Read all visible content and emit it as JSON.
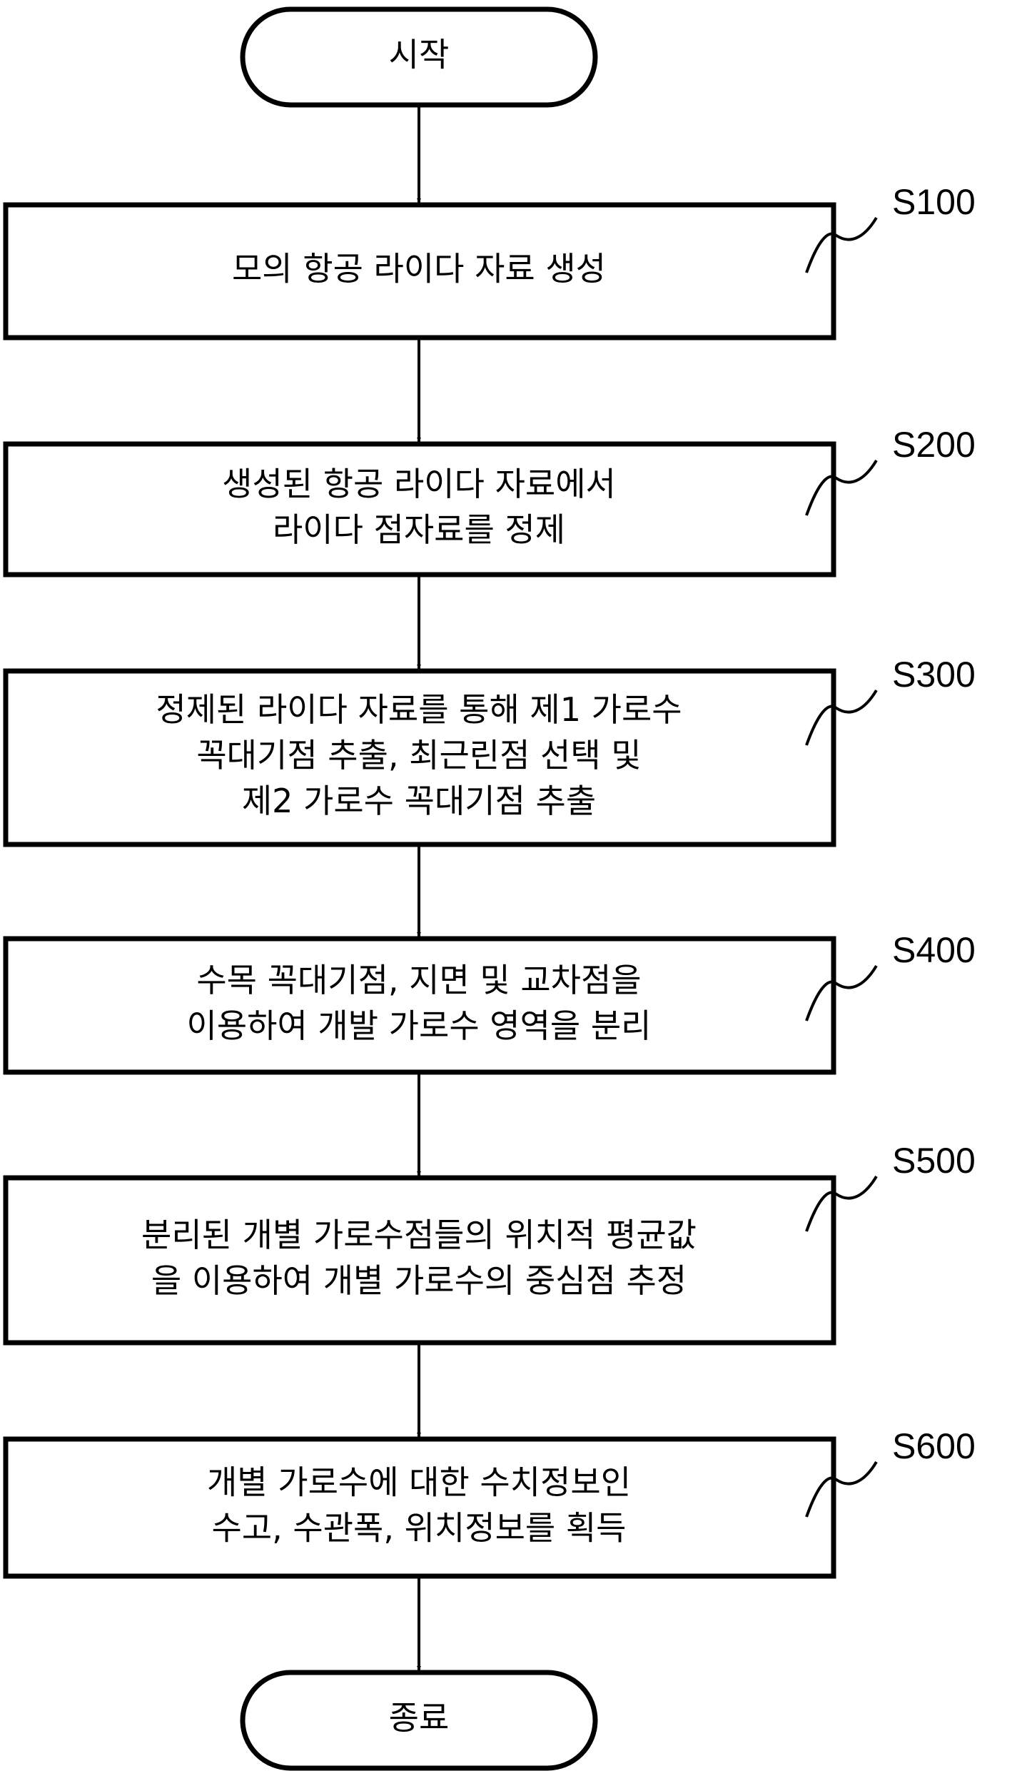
{
  "start": {
    "label": "시작"
  },
  "end": {
    "label": "종료"
  },
  "steps": [
    {
      "id": "S100",
      "lines": [
        "모의 항공 라이다 자료 생성"
      ]
    },
    {
      "id": "S200",
      "lines": [
        "생성된 항공 라이다 자료에서",
        "라이다 점자료를 정제"
      ]
    },
    {
      "id": "S300",
      "lines": [
        "정제된 라이다 자료를 통해 제1 가로수",
        "꼭대기점 추출, 최근린점 선택 및",
        "제2 가로수 꼭대기점 추출"
      ]
    },
    {
      "id": "S400",
      "lines": [
        "수목 꼭대기점, 지면 및 교차점을",
        "이용하여 개발 가로수 영역을 분리"
      ]
    },
    {
      "id": "S500",
      "lines": [
        "분리된 개별 가로수점들의 위치적 평균값",
        "을 이용하여 개별 가로수의 중심점 추정"
      ]
    },
    {
      "id": "S600",
      "lines": [
        "개별 가로수에 대한 수치정보인",
        "수고, 수관폭, 위치정보를 획득"
      ]
    }
  ]
}
